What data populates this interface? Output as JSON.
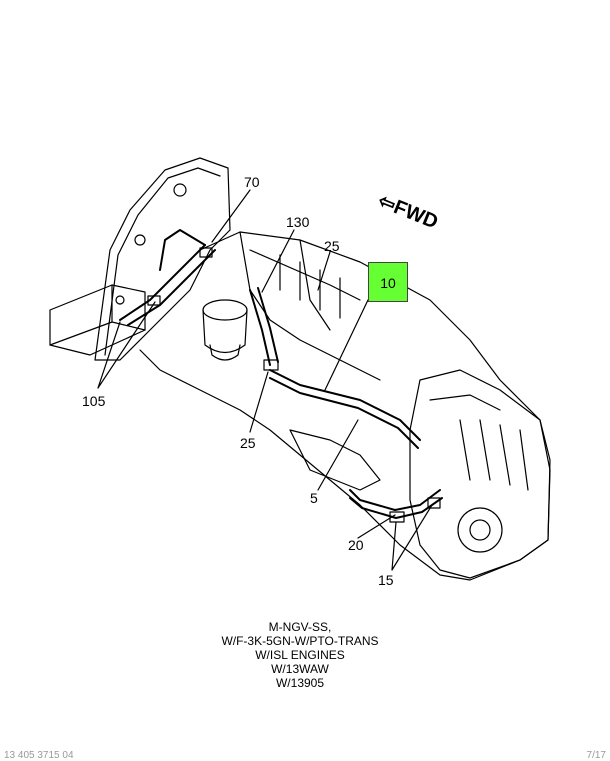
{
  "callouts": {
    "c70": "70",
    "c130": "130",
    "c25_top": "25",
    "c10": "10",
    "c105": "105",
    "c25_bottom": "25",
    "c5": "5",
    "c20": "20",
    "c15": "15"
  },
  "fwd_label": "FWD",
  "highlight_color": "#66ff33",
  "caption": [
    "M-NGV-SS,",
    "W/F-3K-5GN-W/PTO-TRANS",
    "W/ISL ENGINES",
    "W/13WAW",
    "W/13905"
  ],
  "footer": {
    "left": "13 405 3715 04",
    "right": "7/17"
  }
}
